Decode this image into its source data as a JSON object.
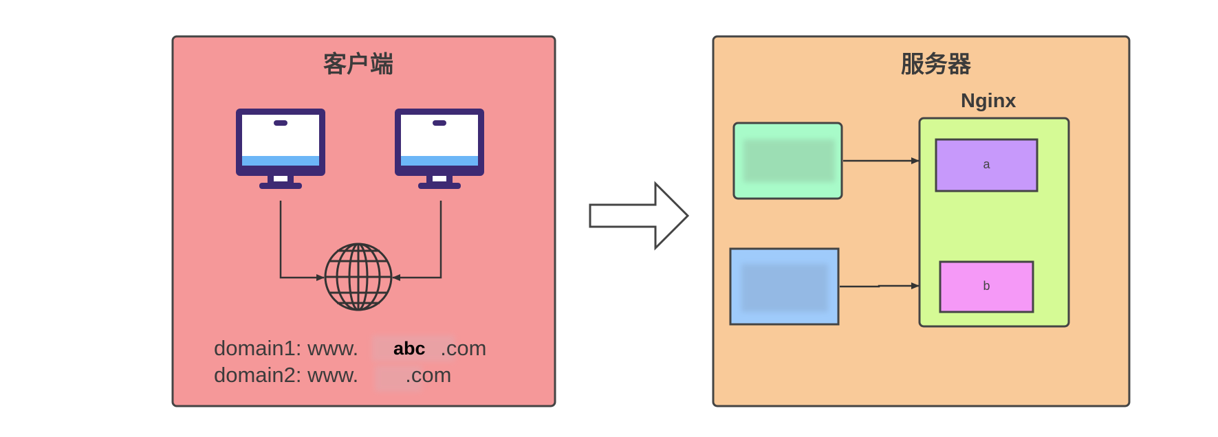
{
  "client_panel": {
    "title": "客户端",
    "fill": "#f59899",
    "icons": [
      "computer-monitor-icon",
      "computer-monitor-icon",
      "globe-icon"
    ],
    "domains": [
      {
        "prefix": "domain1: www.",
        "suffix": ".com"
      },
      {
        "prefix": "domain2: www.",
        "suffix": ".com"
      }
    ],
    "highlight": "abc"
  },
  "arrow": {
    "icon": "right-arrow-icon"
  },
  "server_panel": {
    "title": "服务器",
    "fill": "#f9ca99",
    "nginx": {
      "title": "Nginx",
      "fill": "#d5fa95",
      "box_a": {
        "label": "a",
        "fill": "#c799fb"
      },
      "box_b": {
        "label": "b",
        "fill": "#f599f7"
      }
    },
    "request_boxes": [
      {
        "fill": "#a8fbc9"
      },
      {
        "fill": "#9fcbfb"
      }
    ]
  }
}
